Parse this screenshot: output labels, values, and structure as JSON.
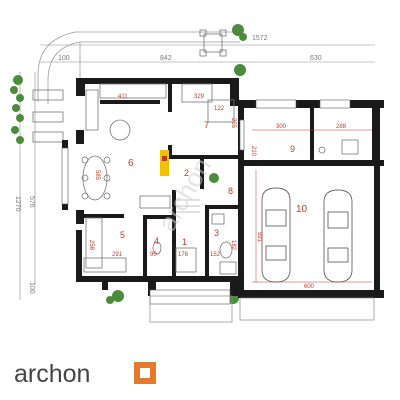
{
  "dimensions": {
    "top_total": "1572",
    "top_left": "100",
    "top_mid": "842",
    "top_right": "630",
    "left_total": "1270",
    "left_mid": "576",
    "left_bottom": "100"
  },
  "rooms": [
    {
      "num": "1",
      "area": "178"
    },
    {
      "num": "2",
      "area": ""
    },
    {
      "num": "3",
      "area": "152"
    },
    {
      "num": "4",
      "area": "90"
    },
    {
      "num": "5",
      "area": "291"
    },
    {
      "num": "6",
      "area": "411"
    },
    {
      "num": "7",
      "area": "329"
    },
    {
      "num": "8",
      "area": ""
    },
    {
      "num": "9",
      "area": "300"
    },
    {
      "num": "10",
      "area": "600"
    }
  ],
  "interior_dims": {
    "d_411": "411",
    "d_329": "329",
    "d_255": "255",
    "d_300": "300",
    "d_288": "288",
    "d_210": "210",
    "d_585": "585",
    "d_152": "152",
    "d_182": "182",
    "d_258": "258",
    "d_591": "591",
    "d_600": "600",
    "d_122": "122"
  },
  "watermark": "archon",
  "logo": {
    "text": "archon",
    "mark_color": "#e8792b"
  },
  "colors": {
    "wall": "#1a1a1a",
    "dimension_red": "#c0392b",
    "plant_green": "#4a8c3a",
    "fireplace": "#f2c200"
  }
}
